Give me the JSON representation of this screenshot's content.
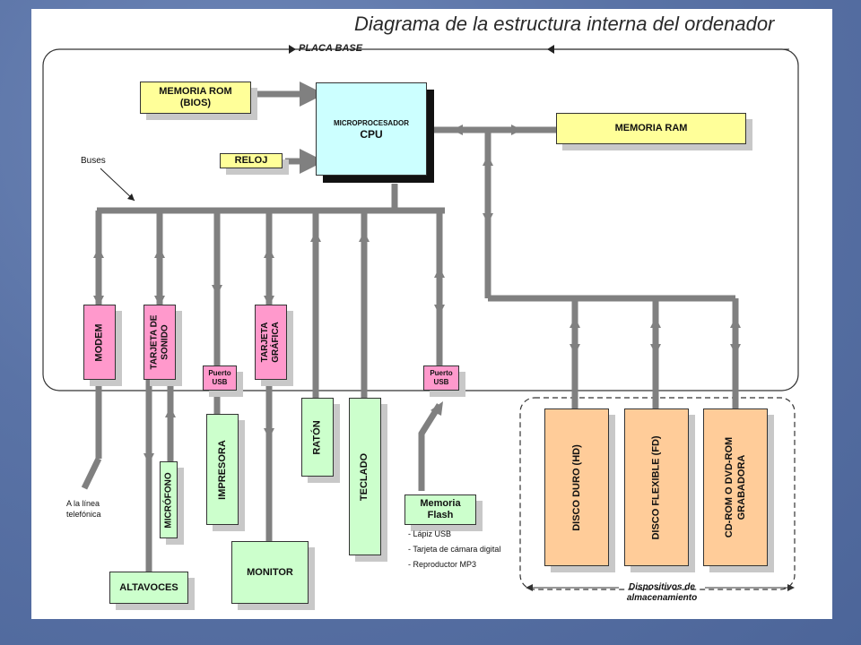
{
  "title": "Diagrama de la estructura interna del ordenador",
  "placa_base": "PLACA BASE",
  "buses": "Buses",
  "memoria_rom": [
    "MEMORIA ROM",
    "(BIOS)"
  ],
  "reloj": "RELOJ",
  "cpu": {
    "sub": "MICROPROCESADOR",
    "main": "CPU"
  },
  "memoria_ram": "MEMORIA RAM",
  "modem": "MODEM",
  "tarjeta_sonido": [
    "TARJETA DE",
    "SONIDO"
  ],
  "puerto_usb": [
    "Puerto",
    "USB"
  ],
  "tarjeta_grafica": [
    "TARJETA",
    "GRÁFICA"
  ],
  "raton": "RATÓN",
  "teclado": "TECLADO",
  "impresora": "IMPRESORA",
  "monitor": "MONITOR",
  "microfono": "MICRÓFONO",
  "altavoces": "ALTAVOCES",
  "linea_telefonica": [
    "A la línea",
    "telefónica"
  ],
  "memoria_flash": {
    "title": [
      "Memoria",
      "Flash"
    ],
    "items": [
      "- Lápiz USB",
      "- Tarjeta de cámara digital",
      "- Reproductor MP3"
    ]
  },
  "disco_duro": "DISCO DURO (HD)",
  "disco_flexible": "DISCO FLEXIBLE (FD)",
  "cdrom": [
    "CD-ROM O DVD-ROM",
    "GRABADORA"
  ],
  "dispositivos": [
    "Dispositivos de",
    "almacenamiento"
  ],
  "colors": {
    "bus": "#808080",
    "rom": "#ffff99",
    "cpu": "#ccffff",
    "card": "#ff99cc",
    "peripheral": "#ccffcc",
    "storage": "#ffcc99",
    "background": "#5a73a6"
  }
}
